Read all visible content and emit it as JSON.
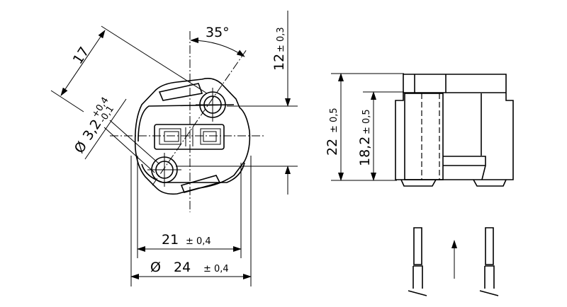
{
  "front_view": {
    "angle_label": "35°",
    "pitch_label": "17",
    "hole_diameter": {
      "symbol": "Ø",
      "value": "3,2",
      "tol_upper": "+0,4",
      "tol_lower": "-0,1"
    },
    "offset": {
      "value": "12",
      "tol": "± 0,3"
    },
    "width_inner": {
      "value": "21",
      "tol": "± 0,4"
    },
    "width_outer": {
      "symbol": "Ø",
      "value": "24",
      "tol": "± 0,4"
    }
  },
  "side_view": {
    "height_total": {
      "value": "22",
      "tol": "± 0,5"
    },
    "height_body": {
      "value": "18,2",
      "tol": "± 0,5"
    }
  },
  "insertion": {
    "arrow": "arrow-up-icon"
  }
}
